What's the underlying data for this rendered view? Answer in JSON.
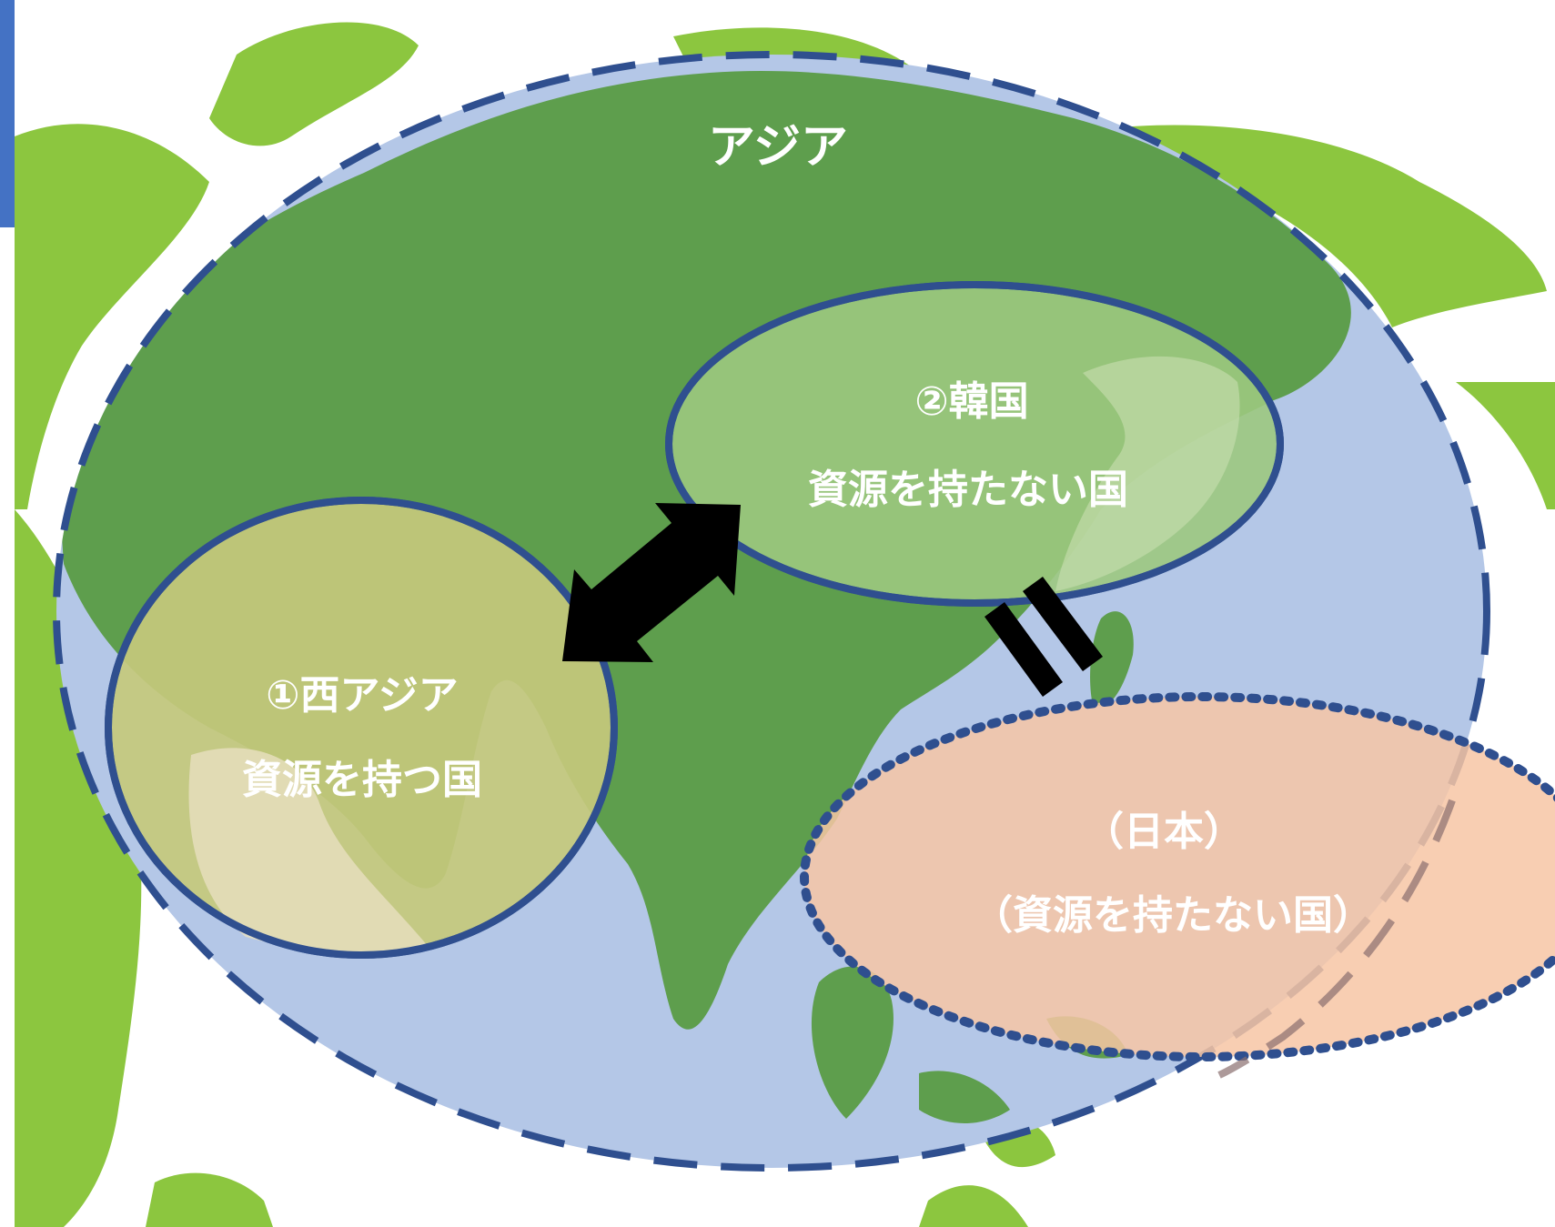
{
  "asia": {
    "title": "アジア"
  },
  "west_asia": {
    "line1": "①西アジア",
    "line2": "資源を持つ国"
  },
  "korea": {
    "line1": "②韓国",
    "line2": "資源を持たない国"
  },
  "japan": {
    "line1": "（日本）",
    "line2": "（資源を持たない国）"
  },
  "colors": {
    "asia_fill": "#b4c7e7",
    "border_blue": "#2f4f8f",
    "land_green": "#5e9e4d",
    "land_light_green": "#8cc63f",
    "west_asia_fill": "#c5c97c",
    "korea_fill": "#9cc87f",
    "japan_fill": "#f4c5a8",
    "arrow": "#000000"
  }
}
